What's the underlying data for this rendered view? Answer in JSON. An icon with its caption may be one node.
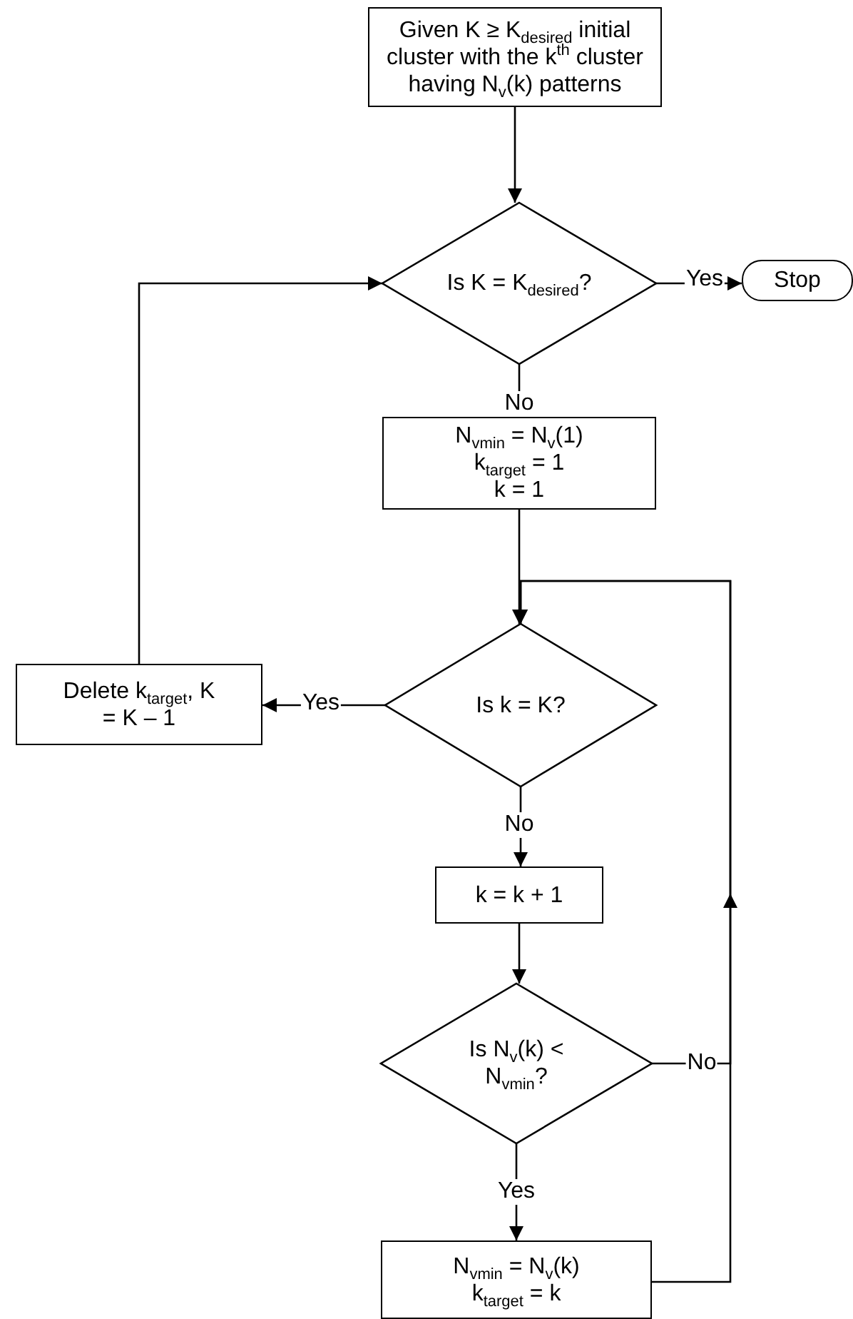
{
  "diagram": {
    "nodes": [
      {
        "text": [
          "Given K ≥ K$_{desired}$ initial cluster with the k$^{th}$ cluster having N$_{v}$(k) patterns"
        ]
      },
      {
        "text": [
          "Is K = K$_{desired}$?"
        ]
      },
      {
        "text": [
          "Stop"
        ]
      },
      {
        "text": [
          "N$_{vmin}$ = N$_{v}$(1)",
          "k$_{target}$ = 1",
          "k = 1"
        ]
      },
      {
        "text": [
          "Is k = K?"
        ]
      },
      {
        "text": [
          "Delete k$_{target}$, K = K – 1"
        ]
      },
      {
        "text": [
          "k = k + 1"
        ]
      },
      {
        "text": [
          "Is N$_{v}$(k) < N$_{vmin}$?"
        ]
      },
      {
        "text": [
          "N$_{vmin}$ = N$_{v}$(k)",
          "k$_{target}$ = k"
        ]
      }
    ],
    "edges": [
      {
        "from": 0,
        "to": 1,
        "arrow": "to"
      },
      {
        "from": 1,
        "to": 2,
        "arrow": "to",
        "label": "Yes"
      },
      {
        "from": 1,
        "to": 3,
        "arrow": "to",
        "label": "No"
      },
      {
        "from": 3,
        "to": 4,
        "arrow": "to"
      },
      {
        "from": 4,
        "to": 5,
        "arrow": "to",
        "label": "Yes"
      },
      {
        "from": 5,
        "to": 1,
        "arrow": "to"
      },
      {
        "from": 4,
        "to": 6,
        "arrow": "to",
        "label": "No"
      },
      {
        "from": 6,
        "to": 7,
        "arrow": "to"
      },
      {
        "from": 7,
        "to": 4,
        "arrow": "to",
        "label": "No"
      },
      {
        "from": 7,
        "to": 8,
        "arrow": "to",
        "label": "Yes"
      },
      {
        "from": 8,
        "to": 4,
        "arrow": "to"
      }
    ]
  }
}
